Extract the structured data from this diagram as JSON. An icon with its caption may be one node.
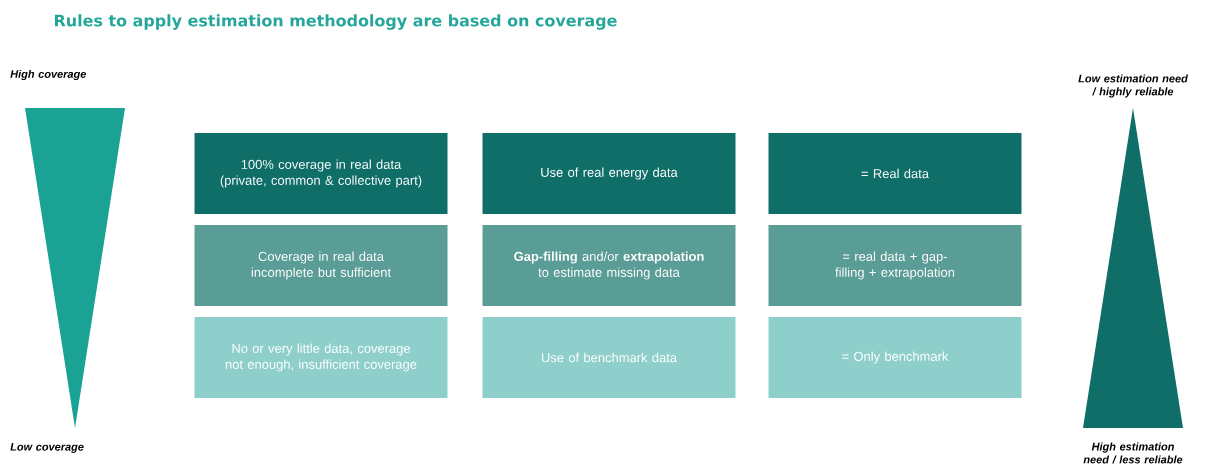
{
  "diagram": {
    "title": "Rules to apply estimation methodology are based on coverage",
    "nodes": [
      {
        "text": [],
        "shape": "triangle"
      },
      {
        "text": [],
        "shape": "triangle"
      },
      {
        "text": [
          "100% coverage in real data (private, common & collective part)"
        ]
      },
      {
        "text": [
          "Use of real energy data"
        ]
      },
      {
        "text": [
          "= Real data"
        ]
      },
      {
        "text": [
          "Coverage in real data incomplete but sufficient"
        ]
      },
      {
        "text": [
          "**Gap-filling** and/or **extrapolation** to estimate missing data"
        ]
      },
      {
        "text": [
          "= real data + gap-filling + extrapolation"
        ]
      },
      {
        "text": [
          "No or very little data, coverage not enough, insufficient coverage"
        ]
      },
      {
        "text": [
          "Use of benchmark data"
        ]
      },
      {
        "text": [
          "= Only benchmark"
        ]
      }
    ],
    "labels": [
      "High coverage",
      "Low estimation need / highly reliable",
      "Low coverage",
      "High estimation need / less reliable"
    ]
  }
}
